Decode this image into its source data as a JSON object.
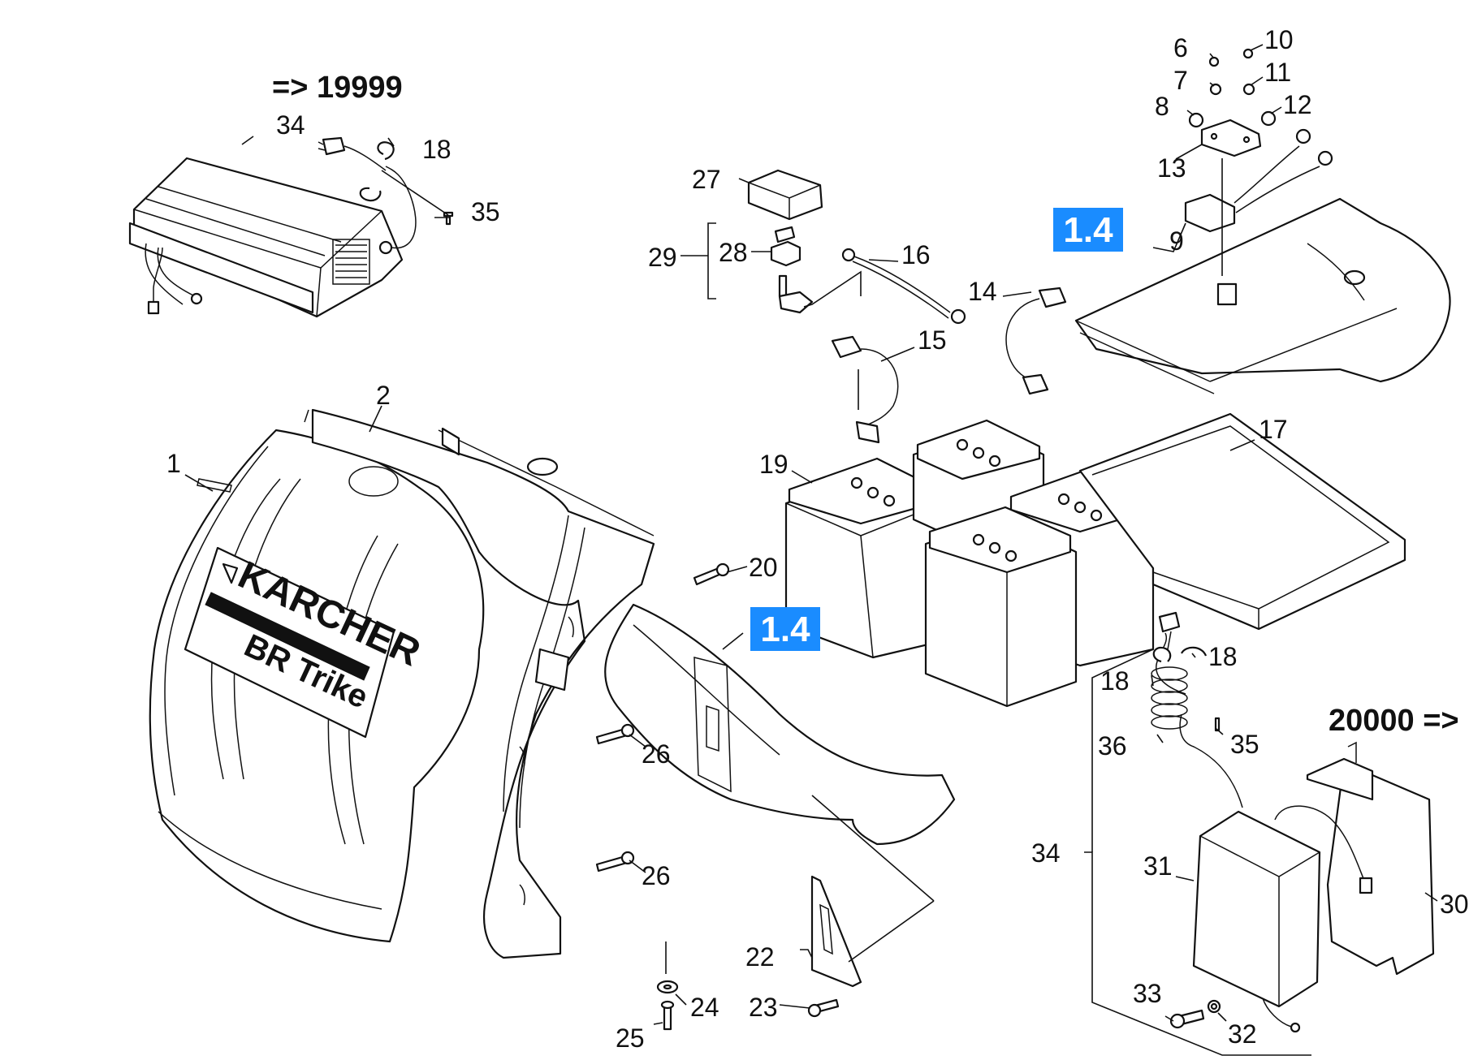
{
  "headings": {
    "left": "=> 19999",
    "right": "20000 =>"
  },
  "ref_boxes": [
    {
      "id": "top",
      "label": "1.4"
    },
    {
      "id": "middle",
      "label": "1.4"
    }
  ],
  "logo": {
    "brand": "KARCHER",
    "model": "BR Trike"
  },
  "colors": {
    "ref_box_fill": "#1a8cff",
    "ink": "#111111"
  },
  "callouts": {
    "c1": "1",
    "c2": "2",
    "c6": "6",
    "c7": "7",
    "c8": "8",
    "c9": "9",
    "c10": "10",
    "c11": "11",
    "c12": "12",
    "c13": "13",
    "c14": "14",
    "c15": "15",
    "c16": "16",
    "c17": "17",
    "c18a": "18",
    "c18b": "18",
    "c18c": "18",
    "c19": "19",
    "c20": "20",
    "c22": "22",
    "c23": "23",
    "c24": "24",
    "c25": "25",
    "c26a": "26",
    "c26b": "26",
    "c27": "27",
    "c28": "28",
    "c29": "29",
    "c30": "30",
    "c31": "31",
    "c32": "32",
    "c33": "33",
    "c34a": "34",
    "c34b": "34",
    "c35a": "35",
    "c35b": "35",
    "c36": "36"
  }
}
